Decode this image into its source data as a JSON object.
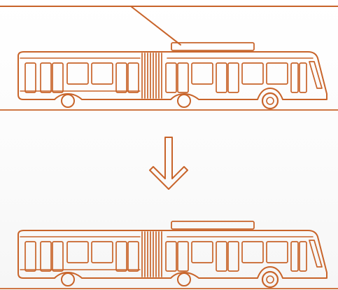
{
  "diagram": {
    "accent_color": "#c8642a",
    "background_color": "#ffffff",
    "top_vehicle": {
      "icon": "trolleybus-icon",
      "power_source": "overhead-wire",
      "current_collector": "trolley-pole"
    },
    "arrow": {
      "icon": "arrow-down-icon",
      "direction": "down"
    },
    "bottom_vehicle": {
      "icon": "battery-bus-icon",
      "power_source": "roof-battery",
      "current_collector": "none"
    }
  }
}
